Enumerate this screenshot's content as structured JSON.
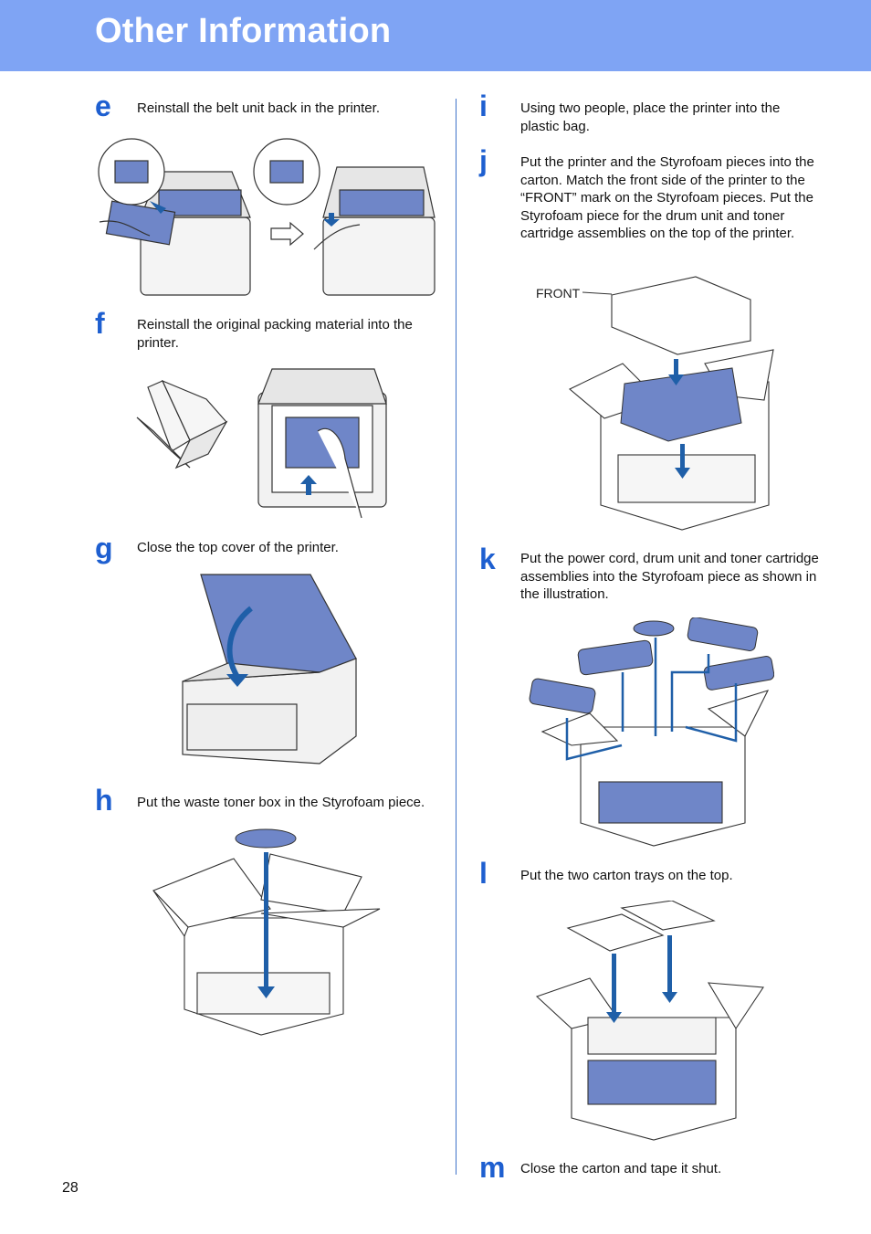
{
  "header": {
    "title": "Other Information"
  },
  "steps": [
    {
      "letter": "e",
      "text": "Reinstall the belt unit back in the printer."
    },
    {
      "letter": "f",
      "text": "Reinstall the original packing material into the printer."
    },
    {
      "letter": "g",
      "text": "Close the top cover of the printer."
    },
    {
      "letter": "h",
      "text": "Put the waste toner box in the Styrofoam piece."
    },
    {
      "letter": "i",
      "text": "Using two people, place the printer into the plastic bag."
    },
    {
      "letter": "j",
      "text": "Put the printer and the Styrofoam pieces into the carton. Match the front side of the printer to the “FRONT” mark on the Styrofoam pieces. Put the Styrofoam piece for the drum unit and toner cartridge assemblies on the top of the printer."
    },
    {
      "letter": "k",
      "text": "Put the power cord, drum unit and toner cartridge assemblies into the Styrofoam piece as shown in the illustration."
    },
    {
      "letter": "l",
      "text": "Put the two carton trays on the top."
    },
    {
      "letter": "m",
      "text": "Close the carton and tape it shut."
    }
  ],
  "labels": {
    "front": "FRONT"
  },
  "footer": {
    "page_number": "28"
  },
  "colors": {
    "header_bg": "#7fa4f4",
    "accent": "#1e5fd0",
    "illustration_blue": "#6f86c8",
    "arrow_blue": "#1f5fa8"
  }
}
